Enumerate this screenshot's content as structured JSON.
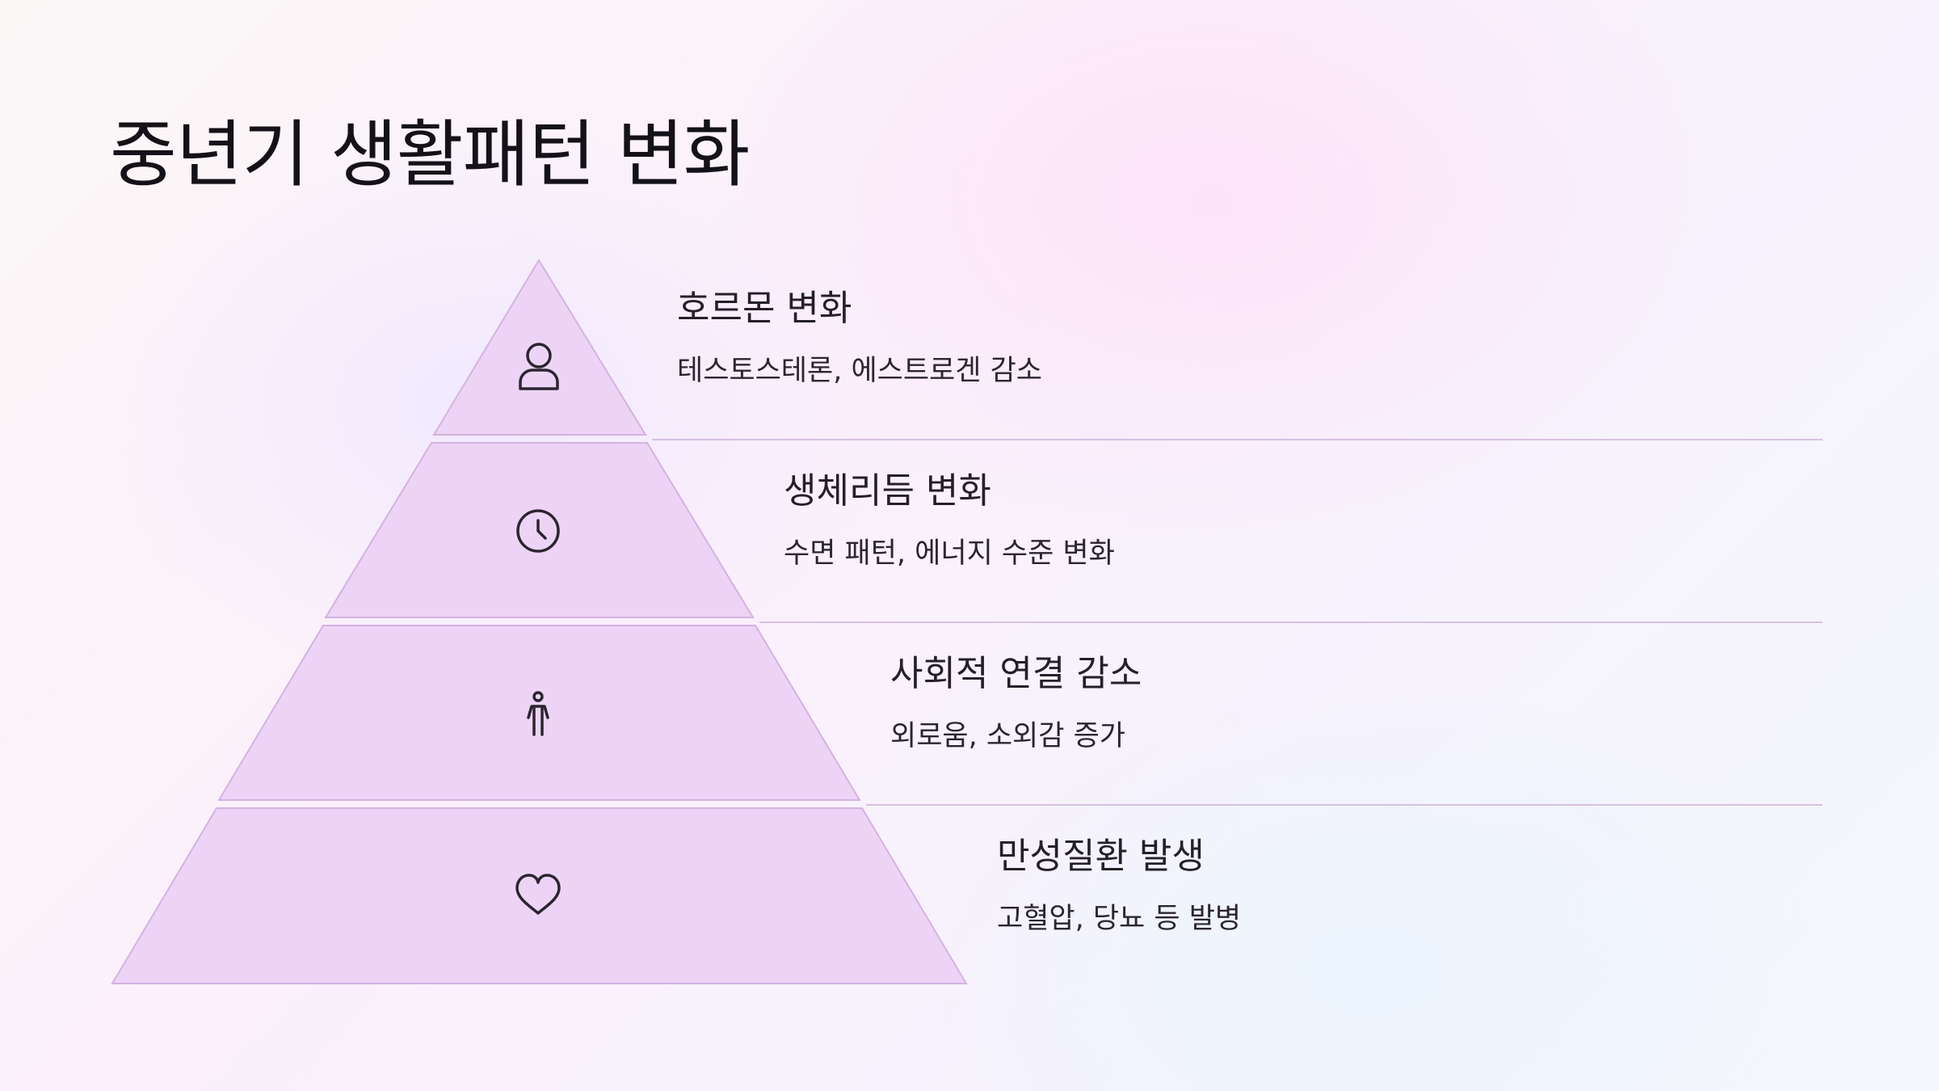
{
  "title": "중년기 생활패턴 변화",
  "tiers": [
    {
      "heading": "호르몬 변화",
      "description": "테스토스테론, 에스트로겐 감소",
      "icon": "person-icon"
    },
    {
      "heading": "생체리듬 변화",
      "description": "수면 패턴, 에너지 수준 변화",
      "icon": "clock-icon"
    },
    {
      "heading": "사회적 연결 감소",
      "description": "외로움, 소외감 증가",
      "icon": "standing-figure-icon"
    },
    {
      "heading": "만성질환 발생",
      "description": "고혈압, 당뇨 등 발병",
      "icon": "heart-icon"
    }
  ],
  "colors": {
    "tier_fill": "#edd4f6",
    "tier_stroke": "#d4b2e1",
    "text": "#241f28"
  }
}
